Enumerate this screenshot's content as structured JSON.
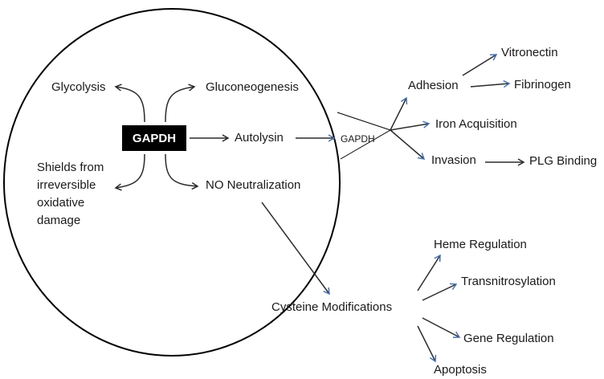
{
  "center": {
    "label": "GAPDH"
  },
  "inner": {
    "glycolysis": "Glycolysis",
    "gluconeogenesis": "Gluconeogenesis",
    "autolysin": "Autolysin",
    "shields": [
      "Shields from",
      "irreversible",
      "oxidative",
      "damage"
    ],
    "no_neutralization": "NO Neutralization"
  },
  "surface": {
    "label": "GAPDH",
    "adhesion": "Adhesion",
    "vitronectin": "Vitronectin",
    "fibrinogen": "Fibrinogen",
    "iron": "Iron Acquisition",
    "invasion": "Invasion",
    "plg": "PLG Binding"
  },
  "cysteine": {
    "label": "Cysteine Modifications",
    "heme": "Heme Regulation",
    "transnitrosylation": "Transnitrosylation",
    "gene": "Gene Regulation",
    "apoptosis": "Apoptosis"
  },
  "colors": {
    "arrow_inner": "#2b2b2b",
    "arrow_head_blue": "#4a72b0",
    "line": "#000000"
  }
}
